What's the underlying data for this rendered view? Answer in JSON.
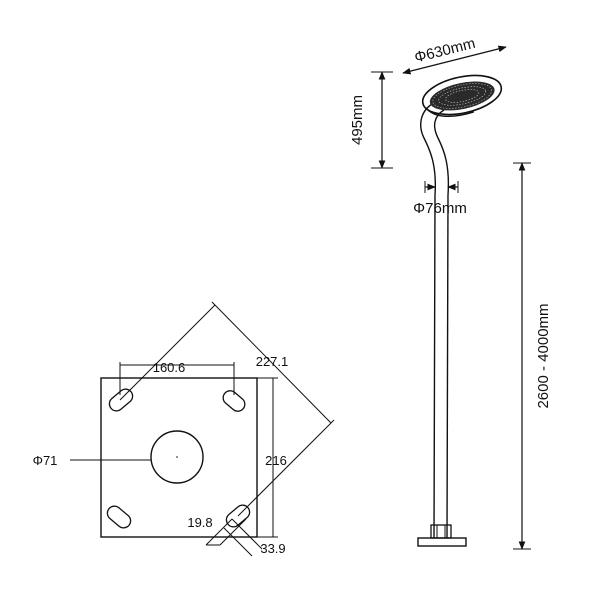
{
  "colors": {
    "line": "#111111",
    "background": "#ffffff"
  },
  "lamp_head": {
    "diameter_label": "Φ630mm",
    "height_label": "495mm"
  },
  "pole": {
    "diameter_label": "Φ76mm",
    "height_label": "2600 - 4000mm"
  },
  "base_plate": {
    "hole_spacing_label": "160.6",
    "diagonal_label": "227.1",
    "side_label": "216",
    "center_hole_label": "Φ71",
    "slot_width_label": "19.8",
    "slot_length_label": "33.9"
  }
}
